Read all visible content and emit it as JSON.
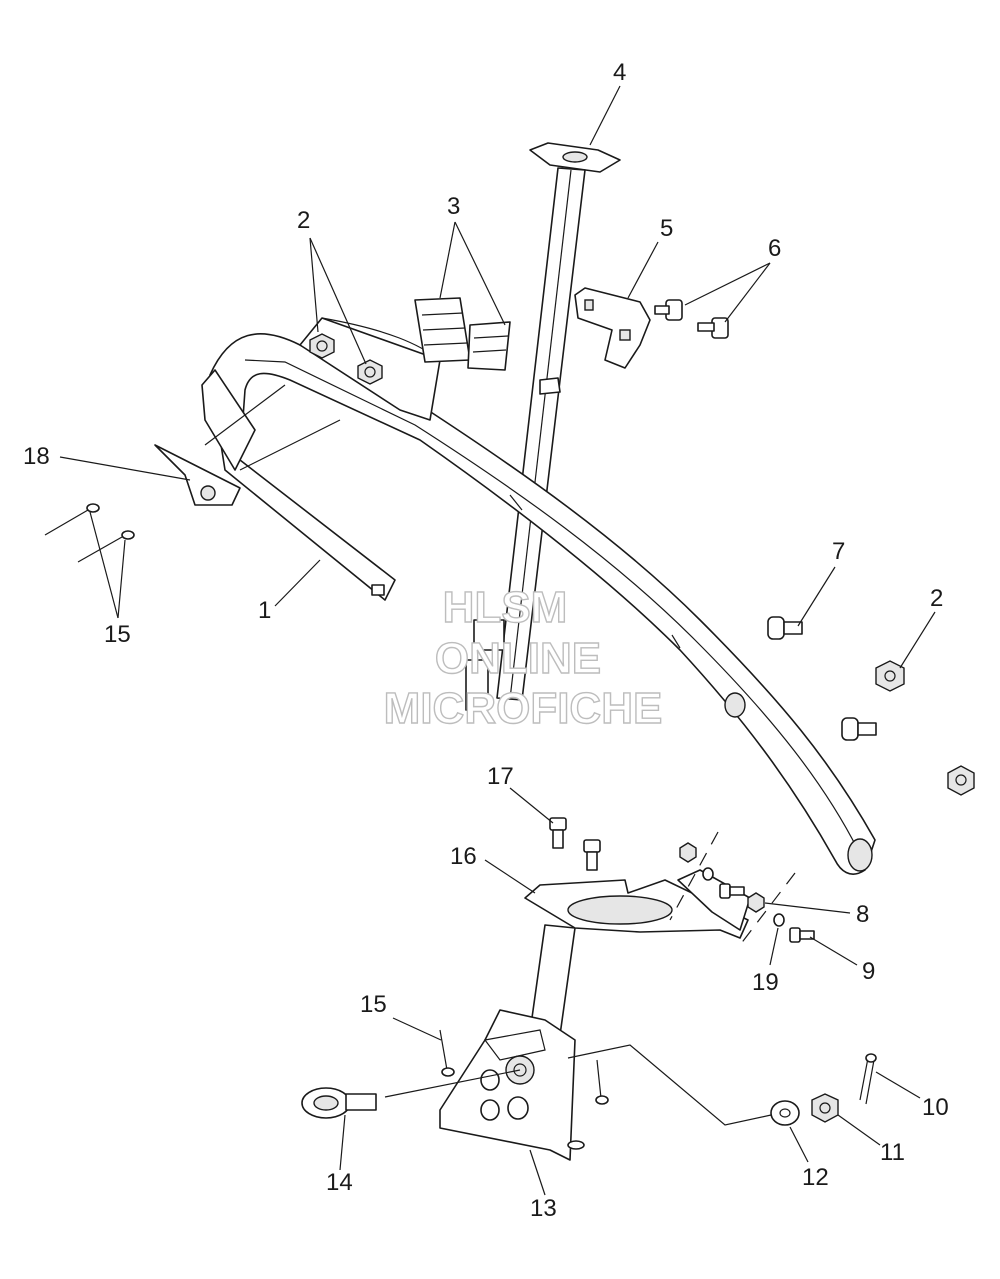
{
  "diagram": {
    "callouts": {
      "c1": "1",
      "c2a": "2",
      "c2b": "2",
      "c3": "3",
      "c4": "4",
      "c5": "5",
      "c6": "6",
      "c7": "7",
      "c8": "8",
      "c9": "9",
      "c10": "10",
      "c11": "11",
      "c12": "12",
      "c13": "13",
      "c14": "14",
      "c15a": "15",
      "c15b": "15",
      "c16": "16",
      "c17": "17",
      "c18": "18",
      "c19": "19"
    },
    "watermark": {
      "line1": "HLSM",
      "line2": "ONLINE",
      "line3": "MICROFICHE"
    }
  }
}
